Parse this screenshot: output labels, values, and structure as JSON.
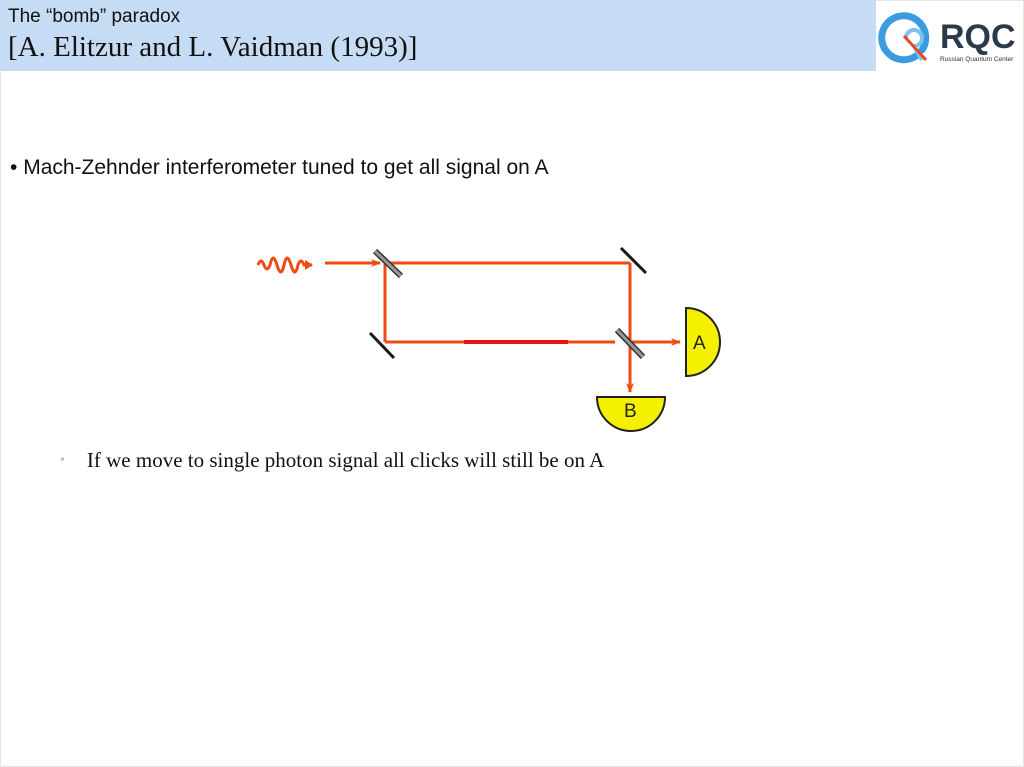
{
  "header": {
    "subtitle": "The “bomb” paradox",
    "title": "[A. Elitzur and L. Vaidman (1993)]"
  },
  "logo": {
    "text": "RQC",
    "tagline": "Russian Quantum Center"
  },
  "content": {
    "bullet1_marker": "•",
    "bullet1": "Mach-Zehnder interferometer tuned to get all signal on A",
    "bullet2_marker": "•",
    "bullet2": "If we move to single photon signal all clicks will still be on A"
  },
  "diagram": {
    "detector_a": "A",
    "detector_b": "B",
    "colors": {
      "beam": "#ee4a14",
      "segment": "#e8141a",
      "detector": "#f5f000",
      "mirror": "#1a1a1a",
      "splitter": "#8c8c8c",
      "header": "#c6dbf4"
    }
  }
}
